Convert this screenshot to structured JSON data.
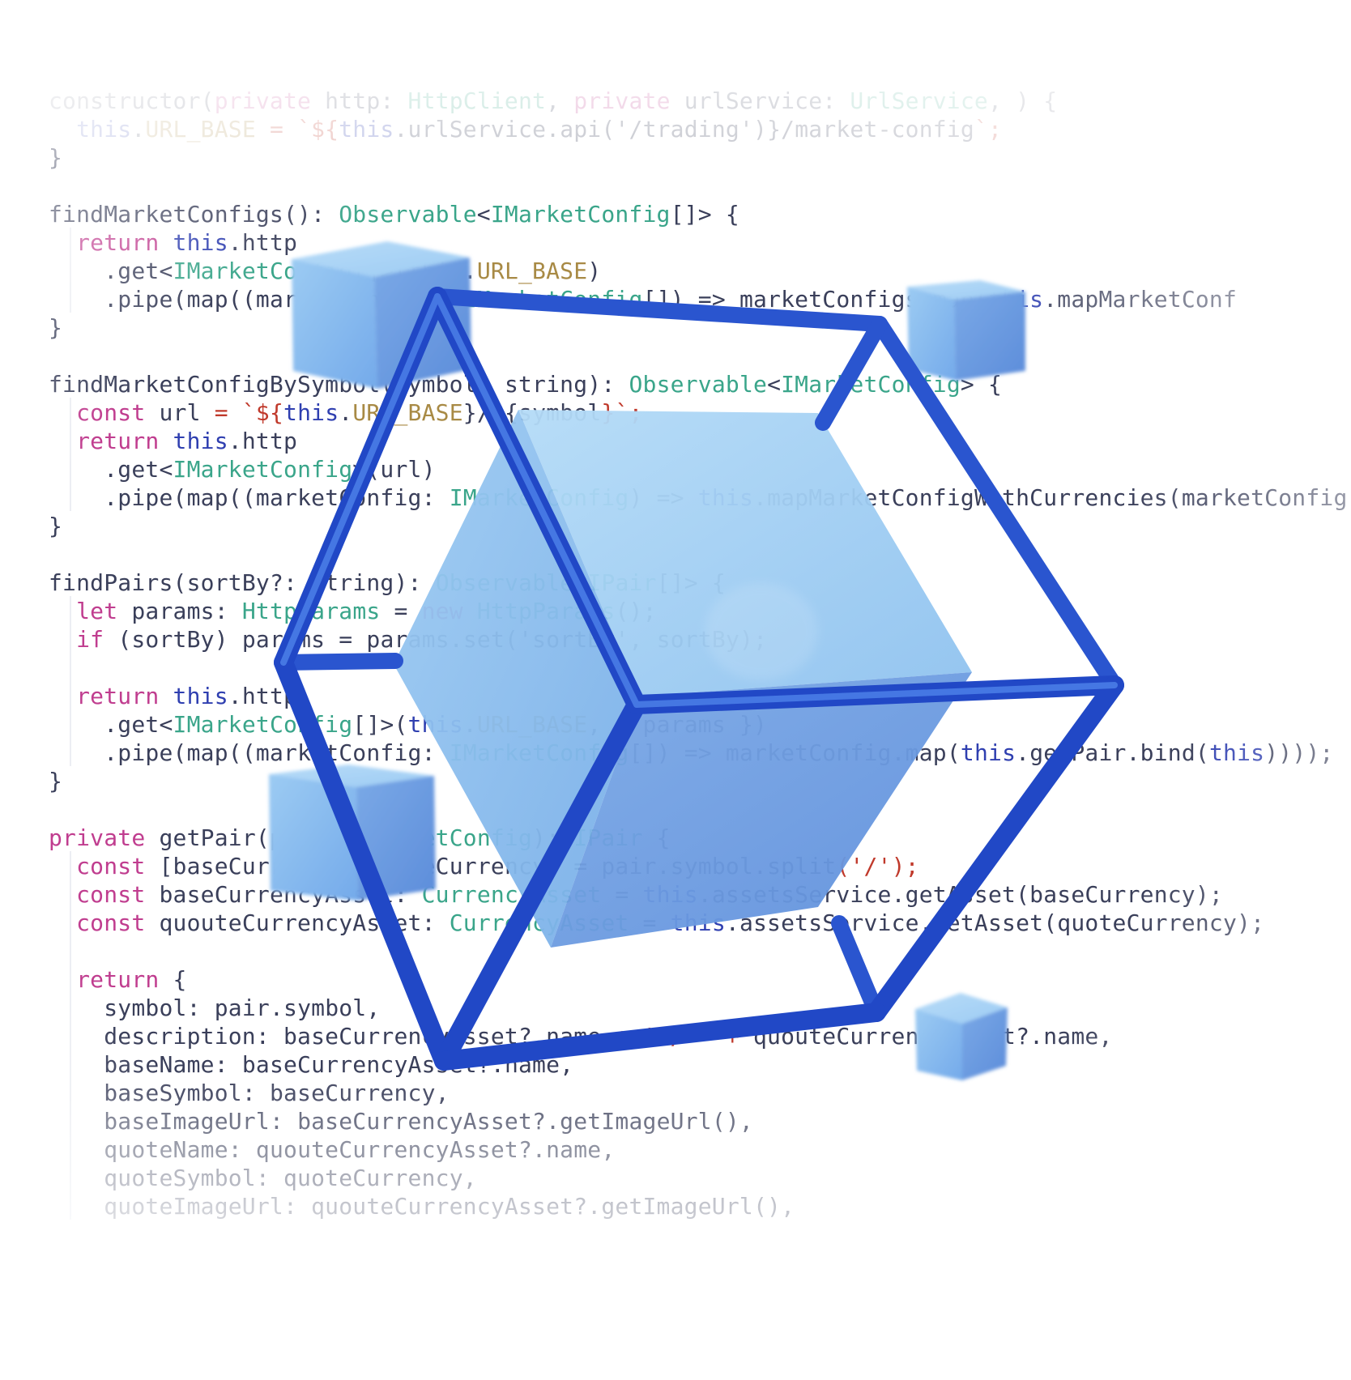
{
  "illustration": {
    "subject": "3D blockchain cube illustration over faded source code",
    "icon": "blockchain-cube-icon",
    "colors": {
      "frame_dark": "#1f47c7",
      "frame_light": "#4a7de6",
      "cube_top": "#a9d4f5",
      "cube_left": "#8cc3ef",
      "cube_right": "#6f9de3",
      "small_cube": "#8ec4f2",
      "code_blue": "#2f3fb0",
      "code_green": "#3aa58a",
      "code_pink": "#c03d8f",
      "code_gold": "#a88a45",
      "code_text": "#3a3f5a",
      "code_red": "#c0392b"
    }
  },
  "code": {
    "lines": [
      {
        "text": "constructor(private http: HttpClient, private urlService: UrlService, ) {"
      },
      {
        "text": "  this.URL_BASE = `${this.urlService.api('/trading')}/market-config`;"
      },
      {
        "text": "}"
      },
      {
        "text": ""
      },
      {
        "text": "findMarketConfigs(): Observable<IMarketConfig[]> {"
      },
      {
        "text": "  return this.http"
      },
      {
        "text": "    .get<IMarketConfig[]>(this.URL_BASE)"
      },
      {
        "text": "    .pipe(map((marketConfigs: IMarketConfig[]) => marketConfigs.map(this.mapMarketConf"
      },
      {
        "text": "}"
      },
      {
        "text": ""
      },
      {
        "text": "findMarketConfigBySymbol(symbol: string): Observable<IMarketConfig> {"
      },
      {
        "text": "  const url = `${this.URL_BASE}/${symbol}`;"
      },
      {
        "text": "  return this.http"
      },
      {
        "text": "    .get<IMarketConfig>(url)"
      },
      {
        "text": "    .pipe(map((marketConfig: IMarketConfig) => this.mapMarketConfigWithCurrencies(marketConfig"
      },
      {
        "text": "}"
      },
      {
        "text": ""
      },
      {
        "text": "findPairs(sortBy?: string): Observable<IPair[]> {"
      },
      {
        "text": "  let params: HttpParams = new HttpParams();"
      },
      {
        "text": "  if (sortBy) params = params.set('sortBy', sortBy);"
      },
      {
        "text": ""
      },
      {
        "text": "  return this.http"
      },
      {
        "text": "    .get<IMarketConfig[]>(this.URL_BASE, { params })"
      },
      {
        "text": "    .pipe(map((marketConfig: IMarketConfig[]) => marketConfig.map(this.getPair.bind(this))));"
      },
      {
        "text": "}"
      },
      {
        "text": ""
      },
      {
        "text": "private getPair(pair: IMarketConfig): IPair {"
      },
      {
        "text": "  const [baseCurrency, quoteCurrency] = pair.symbol.split('/');"
      },
      {
        "text": "  const baseCurrencyAsset: CurrencyAsset = this.assetsService.getAsset(baseCurrency);"
      },
      {
        "text": "  const quouteCurrencyAsset: CurrencyAsset = this.assetsService.getAsset(quoteCurrency);"
      },
      {
        "text": ""
      },
      {
        "text": "  return {"
      },
      {
        "text": "    symbol: pair.symbol,"
      },
      {
        "text": "    description: baseCurrencyAsset?.name + ' / ' + quouteCurrencyAsset?.name,"
      },
      {
        "text": "    baseName: baseCurrencyAsset?.name,"
      },
      {
        "text": "    baseSymbol: baseCurrency,"
      },
      {
        "text": "    baseImageUrl: baseCurrencyAsset?.getImageUrl(),"
      },
      {
        "text": "    quoteName: quouteCurrencyAsset?.name,"
      },
      {
        "text": "    quoteSymbol: quoteCurrency,"
      },
      {
        "text": "    quoteImageUrl: quouteCurrencyAsset?.getImageUrl(),"
      }
    ]
  }
}
